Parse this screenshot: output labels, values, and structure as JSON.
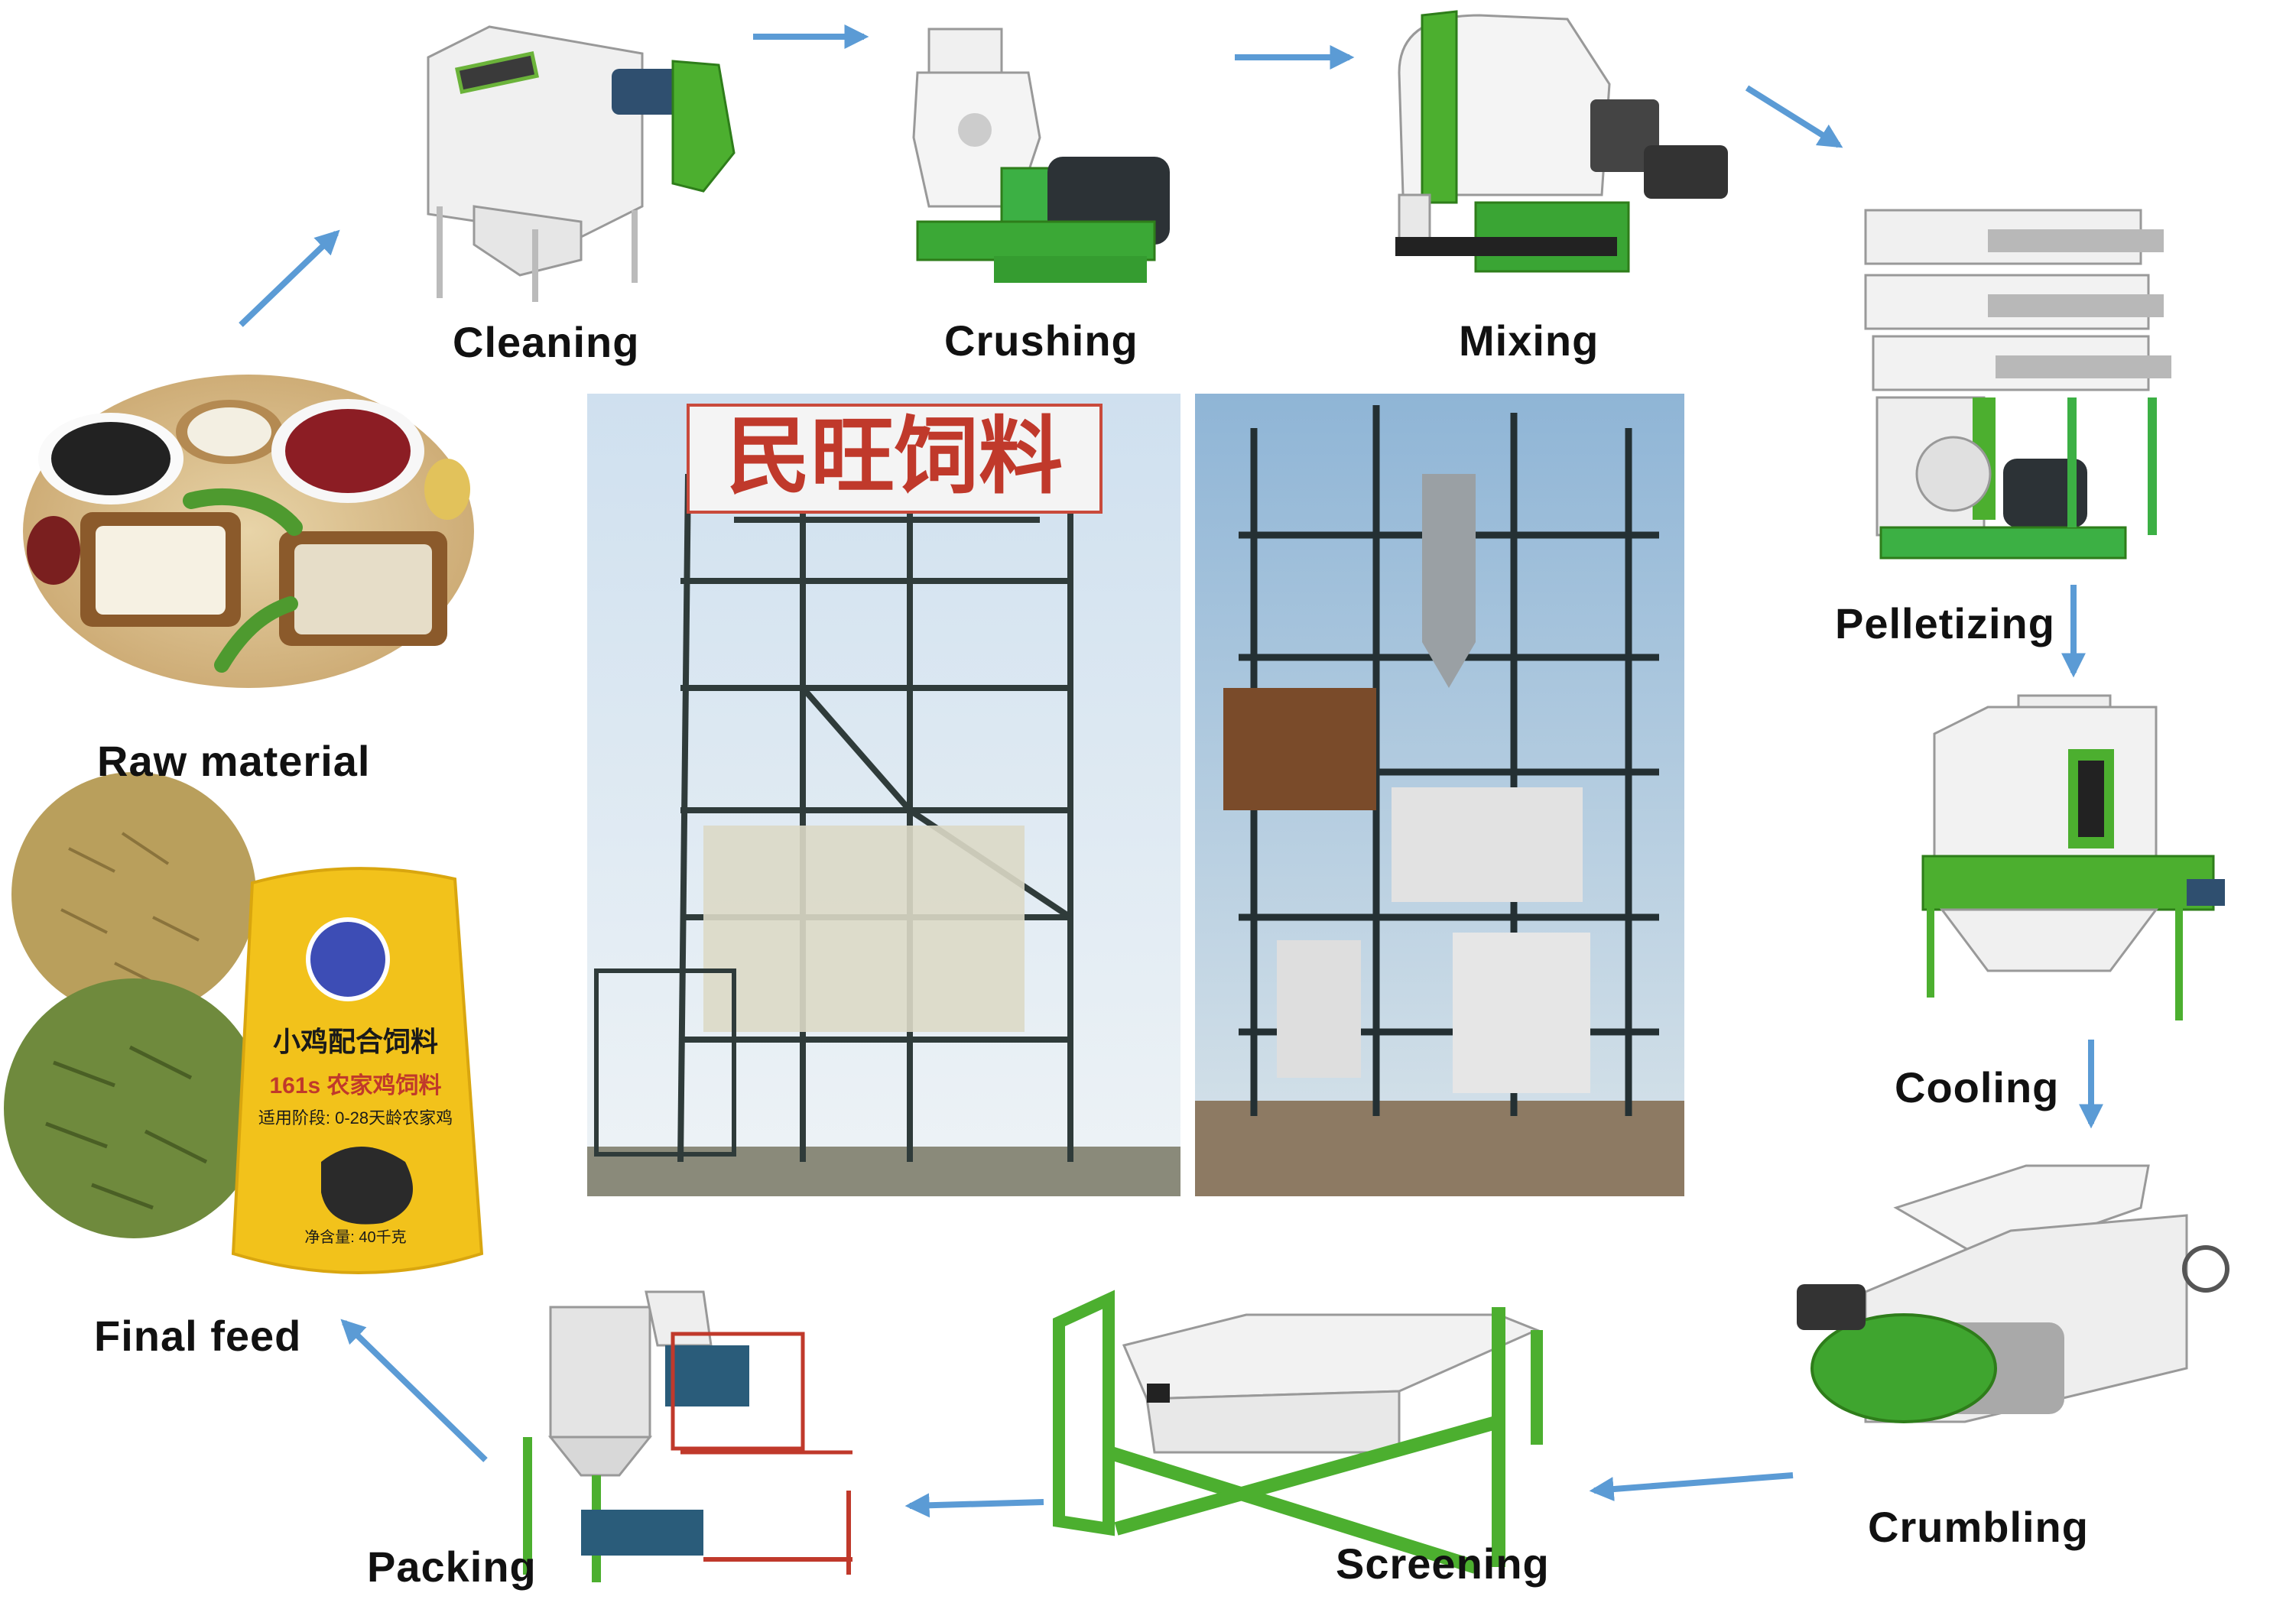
{
  "steps": {
    "raw_material": "Raw material",
    "cleaning": "Cleaning",
    "crushing": "Crushing",
    "mixing": "Mixing",
    "pelletizing": "Pelletizing",
    "cooling": "Cooling",
    "crumbling": "Crumbling",
    "screening": "Screening",
    "packing": "Packing",
    "final_feed": "Final feed"
  },
  "signs": {
    "tower_sign": "民旺饲料"
  },
  "bag": {
    "product_name": "小鸡配合饲料",
    "code": "161s 农家鸡饲料",
    "usage": "适用阶段: 0-28天龄农家鸡",
    "weight": "净含量: 40千克"
  },
  "colors": {
    "arrow": "#5b9bd5",
    "machine_green": "#4caf2f",
    "machine_white": "#f1f1f1",
    "bag_yellow": "#f2c21b"
  }
}
